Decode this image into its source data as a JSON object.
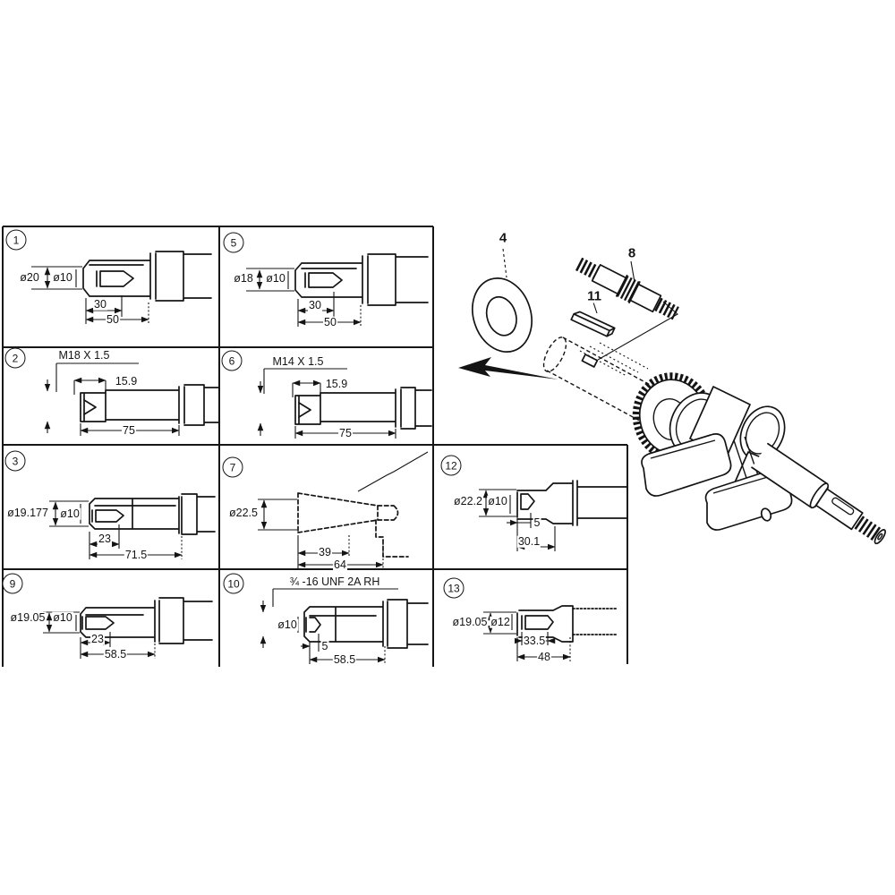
{
  "page": {
    "background": "#ffffff",
    "ink": "#141414",
    "description": "crankshaft PTO end variants parts diagram"
  },
  "cells": [
    {
      "badge": "1",
      "dims": {
        "outer_dia": "ø20",
        "inner_dia": "ø10",
        "len_a": "30",
        "len_b": "50"
      }
    },
    {
      "badge": "5",
      "dims": {
        "outer_dia": "ø18",
        "inner_dia": "ø10",
        "len_a": "30",
        "len_b": "50"
      }
    },
    {
      "badge": "2",
      "dims": {
        "thread": "M18 X 1.5",
        "len_a": "15.9",
        "len_b": "75"
      }
    },
    {
      "badge": "6",
      "dims": {
        "thread": "M14 X 1.5",
        "len_a": "15.9",
        "len_b": "75"
      }
    },
    {
      "badge": "3",
      "dims": {
        "outer_dia": "ø19.177",
        "inner_dia": "ø10",
        "len_a": "23",
        "len_b": "71.5"
      }
    },
    {
      "badge": "7",
      "dims": {
        "outer_dia": "ø22.5",
        "len_a": "39",
        "len_b": "64"
      }
    },
    {
      "badge": "12",
      "dims": {
        "outer_dia": "ø22.2",
        "inner_dia": "ø10",
        "len_a": "5",
        "len_b": "30.1"
      }
    },
    {
      "badge": "9",
      "dims": {
        "outer_dia": "ø19.05",
        "inner_dia": "ø10",
        "len_a": "23",
        "len_b": "58.5"
      }
    },
    {
      "badge": "10",
      "dims": {
        "thread": "¾ -16 UNF 2A RH",
        "inner_dia": "ø10",
        "len_a": "5",
        "len_b": "58.5"
      }
    },
    {
      "badge": "13",
      "dims": {
        "outer_dia": "ø19.05",
        "inner_dia": "ø12",
        "len_a": "33.5",
        "len_b": "48"
      }
    }
  ],
  "exploded_view": {
    "washer_label": "4",
    "stud_label": "8",
    "key_label": "11"
  }
}
